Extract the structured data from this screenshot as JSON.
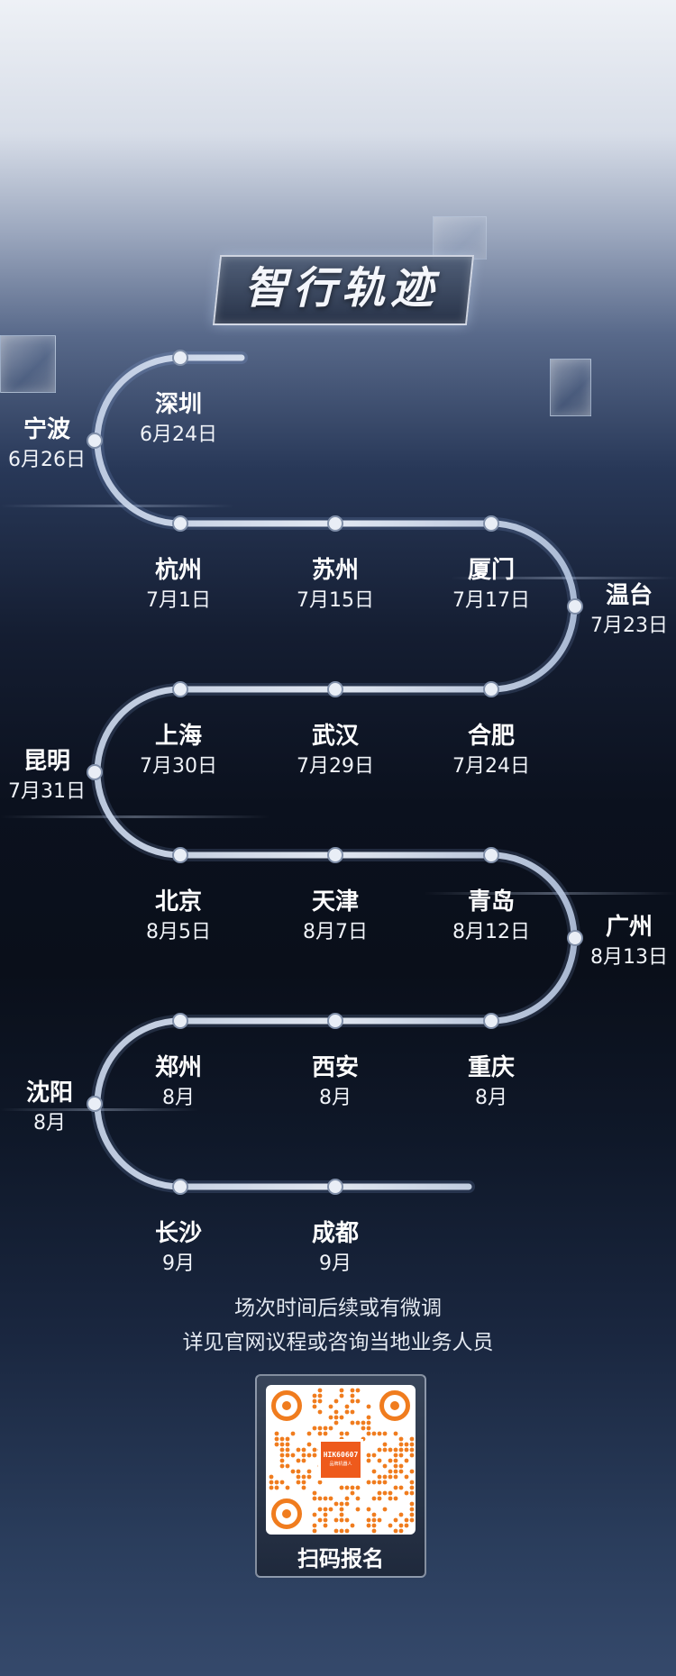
{
  "header": {
    "title": "智行轨迹"
  },
  "route": {
    "stops": [
      {
        "city": "深圳",
        "date": "6月24日"
      },
      {
        "city": "宁波",
        "date": "6月26日"
      },
      {
        "city": "杭州",
        "date": "7月1日"
      },
      {
        "city": "苏州",
        "date": "7月15日"
      },
      {
        "city": "厦门",
        "date": "7月17日"
      },
      {
        "city": "温台",
        "date": "7月23日"
      },
      {
        "city": "合肥",
        "date": "7月24日"
      },
      {
        "city": "武汉",
        "date": "7月29日"
      },
      {
        "city": "上海",
        "date": "7月30日"
      },
      {
        "city": "昆明",
        "date": "7月31日"
      },
      {
        "city": "北京",
        "date": "8月5日"
      },
      {
        "city": "天津",
        "date": "8月7日"
      },
      {
        "city": "青岛",
        "date": "8月12日"
      },
      {
        "city": "广州",
        "date": "8月13日"
      },
      {
        "city": "重庆",
        "date": "8月"
      },
      {
        "city": "西安",
        "date": "8月"
      },
      {
        "city": "郑州",
        "date": "8月"
      },
      {
        "city": "沈阳",
        "date": "8月"
      },
      {
        "city": "长沙",
        "date": "9月"
      },
      {
        "city": "成都",
        "date": "9月"
      }
    ]
  },
  "notes": {
    "line1": "场次时间后续或有微调",
    "line2": "详见官网议程或咨询当地业务人员"
  },
  "qr": {
    "center_code": "HIK60607",
    "center_sub": "品牌机器人",
    "label": "扫码报名",
    "orange": "#f07c1e"
  },
  "colors": {
    "track": "#e8ecf3",
    "node": "#ffffff"
  }
}
